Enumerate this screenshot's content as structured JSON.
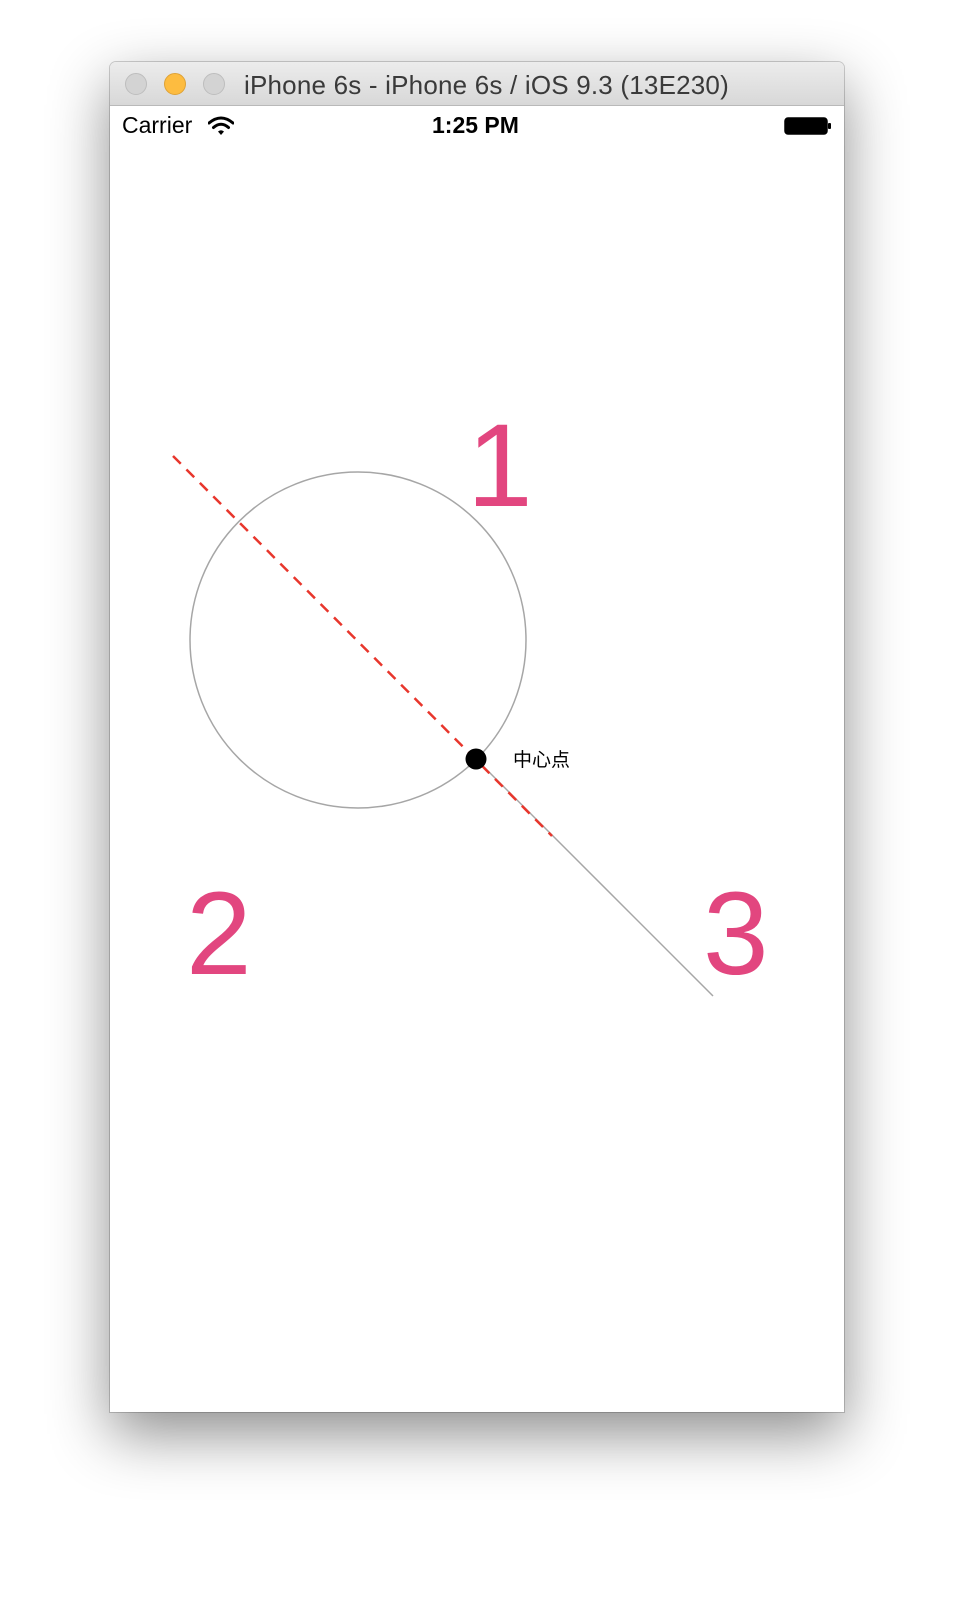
{
  "window": {
    "title": "iPhone 6s - iPhone 6s / iOS 9.3 (13E230)",
    "buttons": [
      "close",
      "minimize",
      "zoom"
    ]
  },
  "statusbar": {
    "carrier": "Carrier",
    "time": "1:25 PM",
    "wifi_icon": "wifi-icon",
    "battery_icon": "battery-icon"
  },
  "canvas": {
    "region_labels": [
      "1",
      "2",
      "3"
    ],
    "center_label": "中心点",
    "colors": {
      "label": "#e2467f",
      "dashed_line": "#e8362c",
      "circle_stroke": "#a6a6a6",
      "solid_line": "#a6a6a6",
      "center_point": "#000000"
    }
  }
}
